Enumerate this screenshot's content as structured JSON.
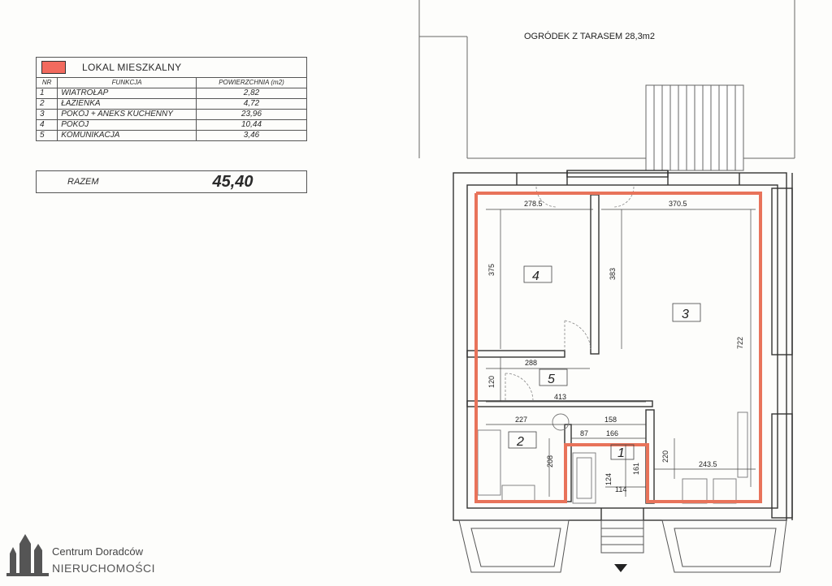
{
  "legend": {
    "title": "LOKAL MIESZKALNY",
    "swatch_color": "#f26a5e",
    "headers": [
      "NR",
      "FUNKCJA",
      "POWIERZCHNIA (m2)"
    ],
    "rows": [
      [
        "1",
        "WIATROŁAP",
        "2,82"
      ],
      [
        "2",
        "ŁAZIENKA",
        "4,72"
      ],
      [
        "3",
        "POKÓJ + ANEKS KUCHENNY",
        "23,96"
      ],
      [
        "4",
        "POKÓJ",
        "10,44"
      ],
      [
        "5",
        "KOMUNIKACJA",
        "3,46"
      ]
    ],
    "total_label": "RAZEM",
    "total_value": "45,40"
  },
  "plan": {
    "garden_label": "OGRÓDEK Z TARASEM 28,3m2",
    "outline_color": "#e8735a",
    "rooms": [
      "4",
      "3",
      "5",
      "2",
      "1"
    ],
    "dims": {
      "d1": "278.5",
      "d2": "370.5",
      "d3": "375",
      "d4": "383",
      "d5": "722",
      "d6": "288",
      "d7": "120",
      "d8": "413",
      "d9": "227",
      "d10": "158",
      "d11": "87",
      "d12": "166",
      "d13": "208",
      "d14": "124",
      "d15": "161",
      "d16": "220",
      "d17": "243.5",
      "d18": "114"
    }
  },
  "branding": {
    "line1": "Centrum  Doradców",
    "line2": "NIERUCHOMOŚCI"
  }
}
